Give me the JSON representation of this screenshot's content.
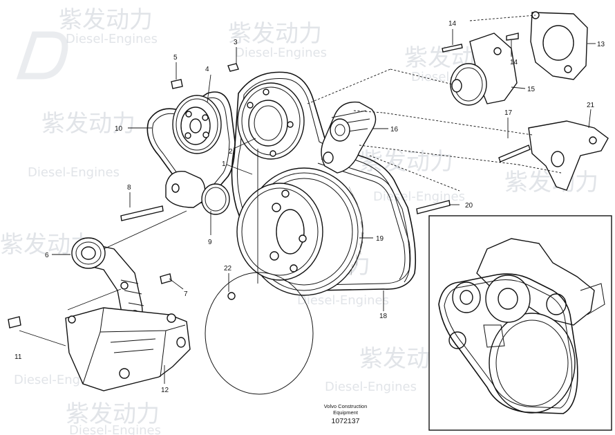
{
  "watermark": {
    "brand_cn": "紫发动力",
    "brand_en": "Diesel-Engines"
  },
  "callouts": {
    "c1": "1",
    "c2": "2",
    "c3": "3",
    "c4": "4",
    "c5": "5",
    "c6": "6",
    "c7": "7",
    "c8": "8",
    "c9": "9",
    "c10": "10",
    "c11": "11",
    "c12": "12",
    "c13": "13",
    "c14a": "14",
    "c14b": "14",
    "c15": "15",
    "c16": "16",
    "c17": "17",
    "c18": "18",
    "c19": "19",
    "c20": "20",
    "c21": "21",
    "c22": "22"
  },
  "footer": {
    "line1": "Volvo Construction",
    "line2": "Equipment",
    "drawing_number": "1072137"
  }
}
